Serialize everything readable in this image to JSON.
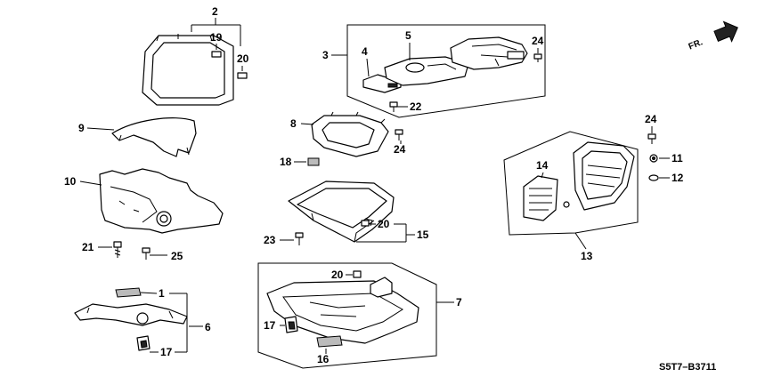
{
  "diagram": {
    "direction_label": "FR.",
    "diagram_code": "S5T7–B3711",
    "callouts": {
      "c1": "1",
      "c2": "2",
      "c3": "3",
      "c4": "4",
      "c5": "5",
      "c6": "6",
      "c7": "7",
      "c8": "8",
      "c9": "9",
      "c10": "10",
      "c11": "11",
      "c12": "12",
      "c13": "13",
      "c14": "14",
      "c15": "15",
      "c16": "16",
      "c17a": "17",
      "c17b": "17",
      "c18": "18",
      "c19": "19",
      "c20a": "20",
      "c20b": "20",
      "c20c": "20",
      "c21": "21",
      "c22": "22",
      "c23": "23",
      "c24a": "24",
      "c24b": "24",
      "c24c": "24",
      "c25": "25"
    }
  }
}
